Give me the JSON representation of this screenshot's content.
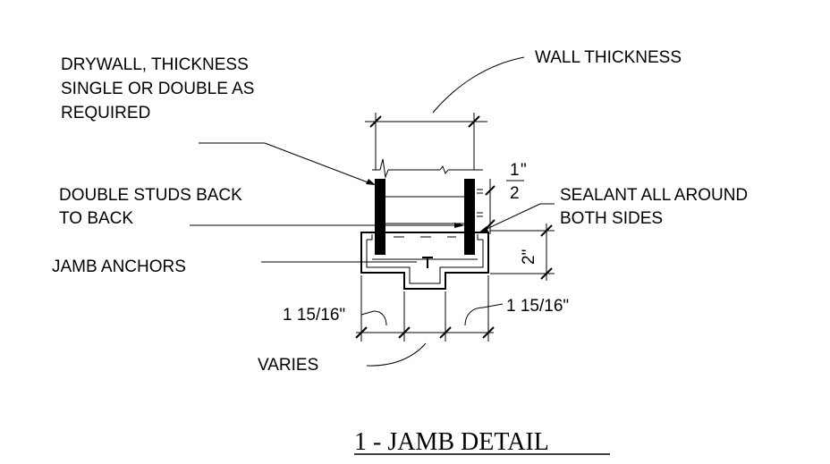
{
  "labels": {
    "drywall_line1": "DRYWALL, THICKNESS",
    "drywall_line2": "SINGLE OR DOUBLE AS",
    "drywall_line3": "REQUIRED",
    "wall_thickness": "WALL THICKNESS",
    "studs_line1": "DOUBLE STUDS BACK",
    "studs_line2": "TO BACK",
    "jamb_anchors": "JAMB ANCHORS",
    "sealant_line1": "SEALANT ALL AROUND",
    "sealant_line2": "BOTH SIDES",
    "half_inch_num": "1",
    "half_inch_mark": "\"",
    "half_inch_den": "2",
    "two_inch": "2\"",
    "dim_left": "1 15/16\"",
    "dim_right": "1 15/16\"",
    "varies": "VARIES",
    "title": "1 - JAMB DETAIL"
  }
}
